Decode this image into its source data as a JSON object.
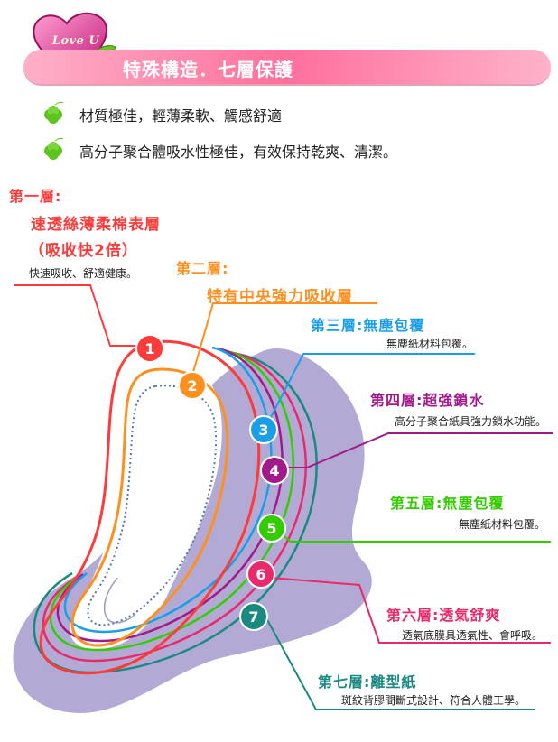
{
  "logo": {
    "text": "Love U"
  },
  "header": {
    "title": "特殊構造．七層保護"
  },
  "features": [
    {
      "text": "材質極佳，輕薄柔軟、觸感舒適"
    },
    {
      "text": "高分子聚合體吸水性極佳，有效保持乾爽、清潔。"
    }
  ],
  "layers": [
    {
      "number": "1",
      "heading": "第一層:",
      "title_line1": "速透絲薄柔棉表層",
      "title_line2": "（吸收快2倍）",
      "description": "快速吸收、舒適健康。",
      "color": "#ff3a3a"
    },
    {
      "number": "2",
      "heading": "第二層:",
      "title": "特有中央強力吸收層",
      "color": "#ff9020"
    },
    {
      "number": "3",
      "heading": "第三層:無塵包覆",
      "description": "無塵紙材料包覆。",
      "color": "#1a9ee8"
    },
    {
      "number": "4",
      "heading": "第四層:超強鎖水",
      "description": "高分子聚合紙具強力鎖水功能。",
      "color": "#a21a8a"
    },
    {
      "number": "5",
      "heading": "第五層:無塵包覆",
      "description": "無塵紙材料包覆。",
      "color": "#33cc00"
    },
    {
      "number": "6",
      "heading": "第六層:透氣舒爽",
      "description": "透氣底膜具透氣性、會呼吸。",
      "color": "#e82a6a"
    },
    {
      "number": "7",
      "heading": "第七層:離型紙",
      "description": "斑紋背膠間斷式設計、符合人體工學。",
      "color": "#1a8a80"
    }
  ]
}
